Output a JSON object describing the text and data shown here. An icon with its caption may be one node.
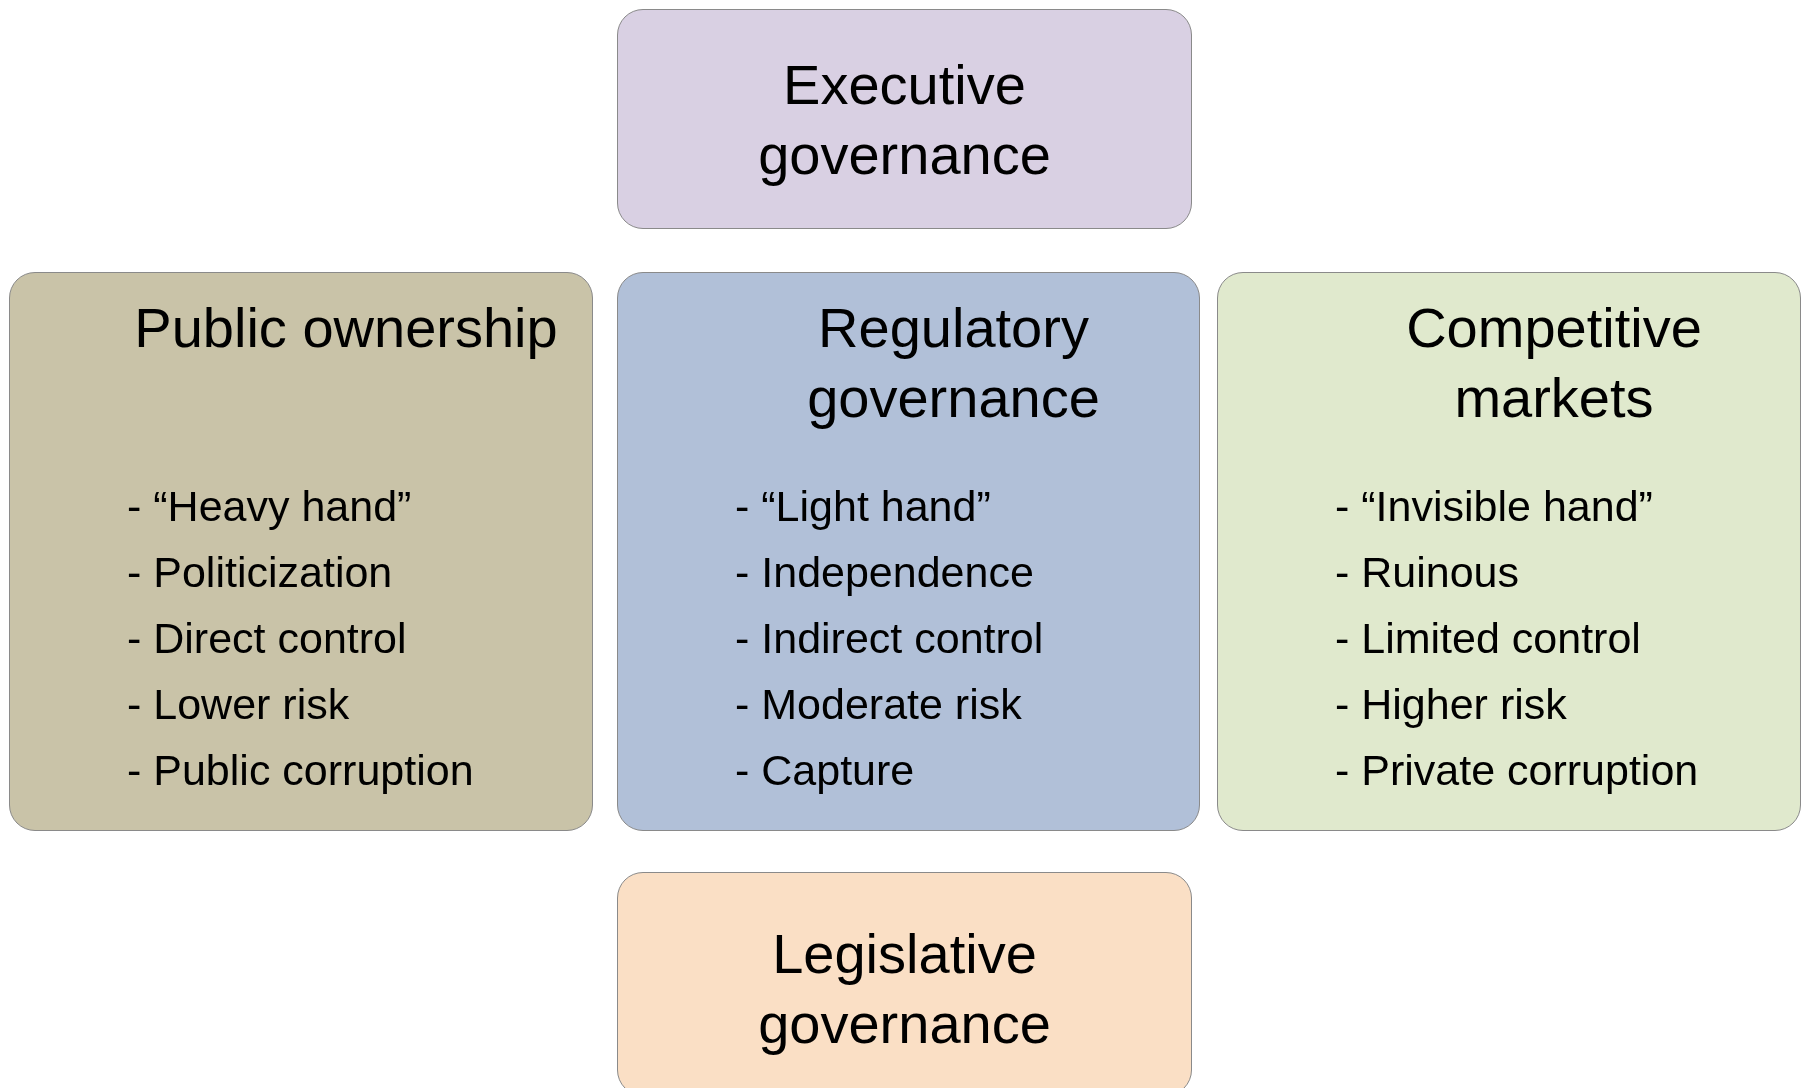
{
  "diagram": {
    "nodes": [
      {
        "text": [
          "Executive governance"
        ]
      },
      {
        "text": [
          "Public ownership",
          "- “Heavy hand”",
          "- Politicization",
          "- Direct control",
          "- Lower risk",
          "- Public corruption"
        ]
      },
      {
        "text": [
          "Regulatory governance",
          "- “Light hand”",
          "- Independence",
          "- Indirect control",
          "- Moderate risk",
          "- Capture"
        ]
      },
      {
        "text": [
          "Competitive markets",
          "- “Invisible hand”",
          "- Ruinous",
          "- Limited control",
          "- Higher risk",
          "- Private corruption"
        ]
      },
      {
        "text": [
          "Legislative governance"
        ]
      }
    ],
    "edges": []
  }
}
